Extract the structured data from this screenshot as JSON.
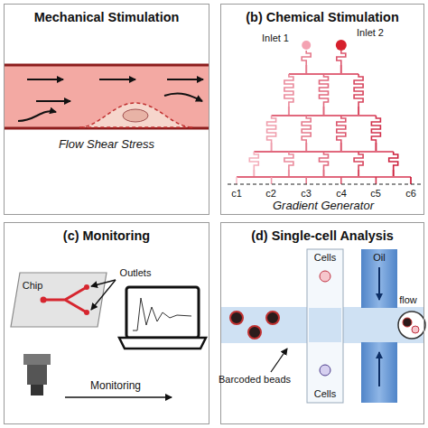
{
  "diagram": {
    "nodes": [
      {
        "text": [
          "Mechanical Stimulation"
        ]
      },
      {
        "text": [
          "(b) Chemical Stimulation"
        ]
      },
      {
        "text": [
          "(c) Monitoring"
        ]
      },
      {
        "text": [
          "(d) Single-cell Analysis"
        ]
      }
    ],
    "labels": [
      "Flow Shear Stress",
      "Inlet 1",
      "Inlet 2",
      "c1",
      "c2",
      "c3",
      "c4",
      "c5",
      "c6",
      "Gradient Generator",
      "Chip",
      "Outlets",
      "Monitoring",
      "Cells",
      "Oil",
      "Barcoded beads",
      "Cells",
      "flow"
    ]
  }
}
